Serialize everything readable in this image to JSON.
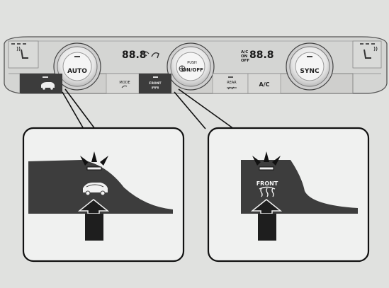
{
  "panel": {
    "auto_label": "AUTO",
    "sync_label": "SYNC",
    "push_label": "PUSH",
    "on_off_label": "ON/OFF",
    "mode_label": "MODE",
    "front_label": "FRONT",
    "rear_label": "REAR",
    "ac_label": "A/C",
    "left_temp_display": "88.8",
    "right_temp_display": "88.8",
    "ac_on_label": "A/C",
    "ac_on2_label": "ON",
    "ac_off_label": "OFF"
  },
  "callouts": {
    "left_icon": "recirculation-car-icon",
    "right_label": "FRONT",
    "right_icon": "defrost-icon"
  },
  "icons": {
    "seat_heater_left": "seat-heater-icon",
    "seat_heater_right": "seat-heater-icon",
    "fan": "fan-icon",
    "indicator": "indicator-light-icon",
    "press": "press-arrow-icon"
  },
  "colors": {
    "background": "#e0e1df",
    "panel": "#d6d7d5",
    "dark_wedge": "#3a3a3a",
    "arrow": "#1e1e1e",
    "callout_fill": "#f2f2f2"
  }
}
